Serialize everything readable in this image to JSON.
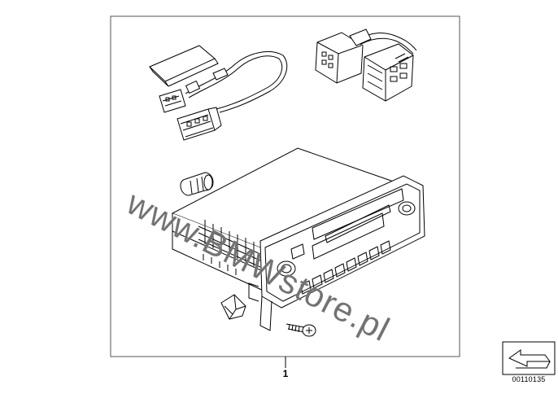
{
  "item_number": "1",
  "diagram_code": "00110135",
  "watermark": "www.BMWstore.pl",
  "icons": {
    "parts": [
      "adhesive-pad-icon",
      "wiring-harness-icon",
      "adapter-connector-icon",
      "antenna-adapter-icon",
      "radio-unit-icon",
      "mounting-clip-icon",
      "screw-icon"
    ],
    "corner": "page-arrow-icon"
  },
  "colors": {
    "line": "#000000",
    "frame": "#555555",
    "watermark": "#333333"
  }
}
